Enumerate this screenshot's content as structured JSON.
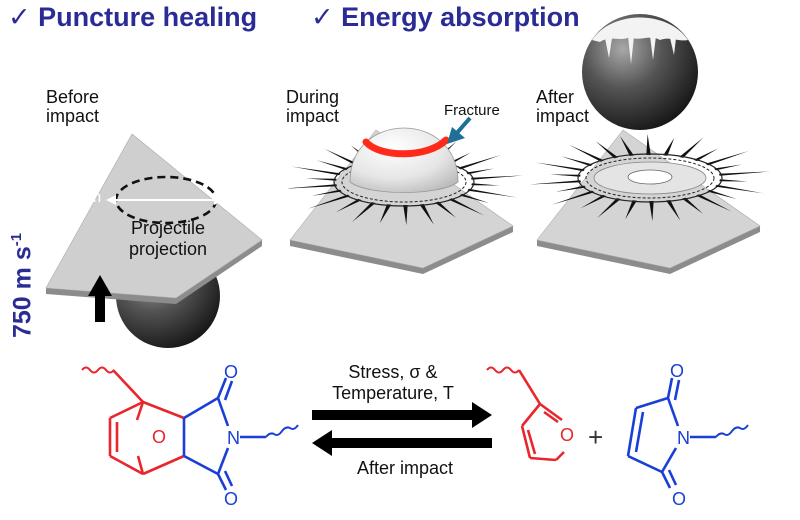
{
  "headlines": {
    "puncture": "✓ Puncture healing",
    "energy": "✓ Energy absorption"
  },
  "panels": {
    "before": {
      "line1": "Before",
      "line2": "impact"
    },
    "during": {
      "line1": "During",
      "line2": "impact",
      "fracture": "Fracture"
    },
    "after": {
      "line1": "After",
      "line2": "impact"
    }
  },
  "dimension": {
    "value": "3.7 μm"
  },
  "projectile": {
    "line1": "Projectile",
    "line2": "projection"
  },
  "velocity": {
    "value": "750 m s",
    "exponent": "-1"
  },
  "reaction": {
    "forward_line1": "Stress, σ &",
    "forward_line2": "Temperature, T",
    "reverse": "After impact",
    "plus": "+",
    "atoms": {
      "oxygen": "O",
      "nitrogen": "N"
    }
  },
  "colors": {
    "heading": "#2b2b96",
    "furan": "#e8262c",
    "maleimide": "#1a3fd6",
    "fracture_band": "#ff2a1a",
    "fracture_arrow": "#1f6f99"
  },
  "icons": [
    "check-icon",
    "up-arrow-icon",
    "fracture-arrow-icon",
    "equilibrium-arrows-icon"
  ]
}
